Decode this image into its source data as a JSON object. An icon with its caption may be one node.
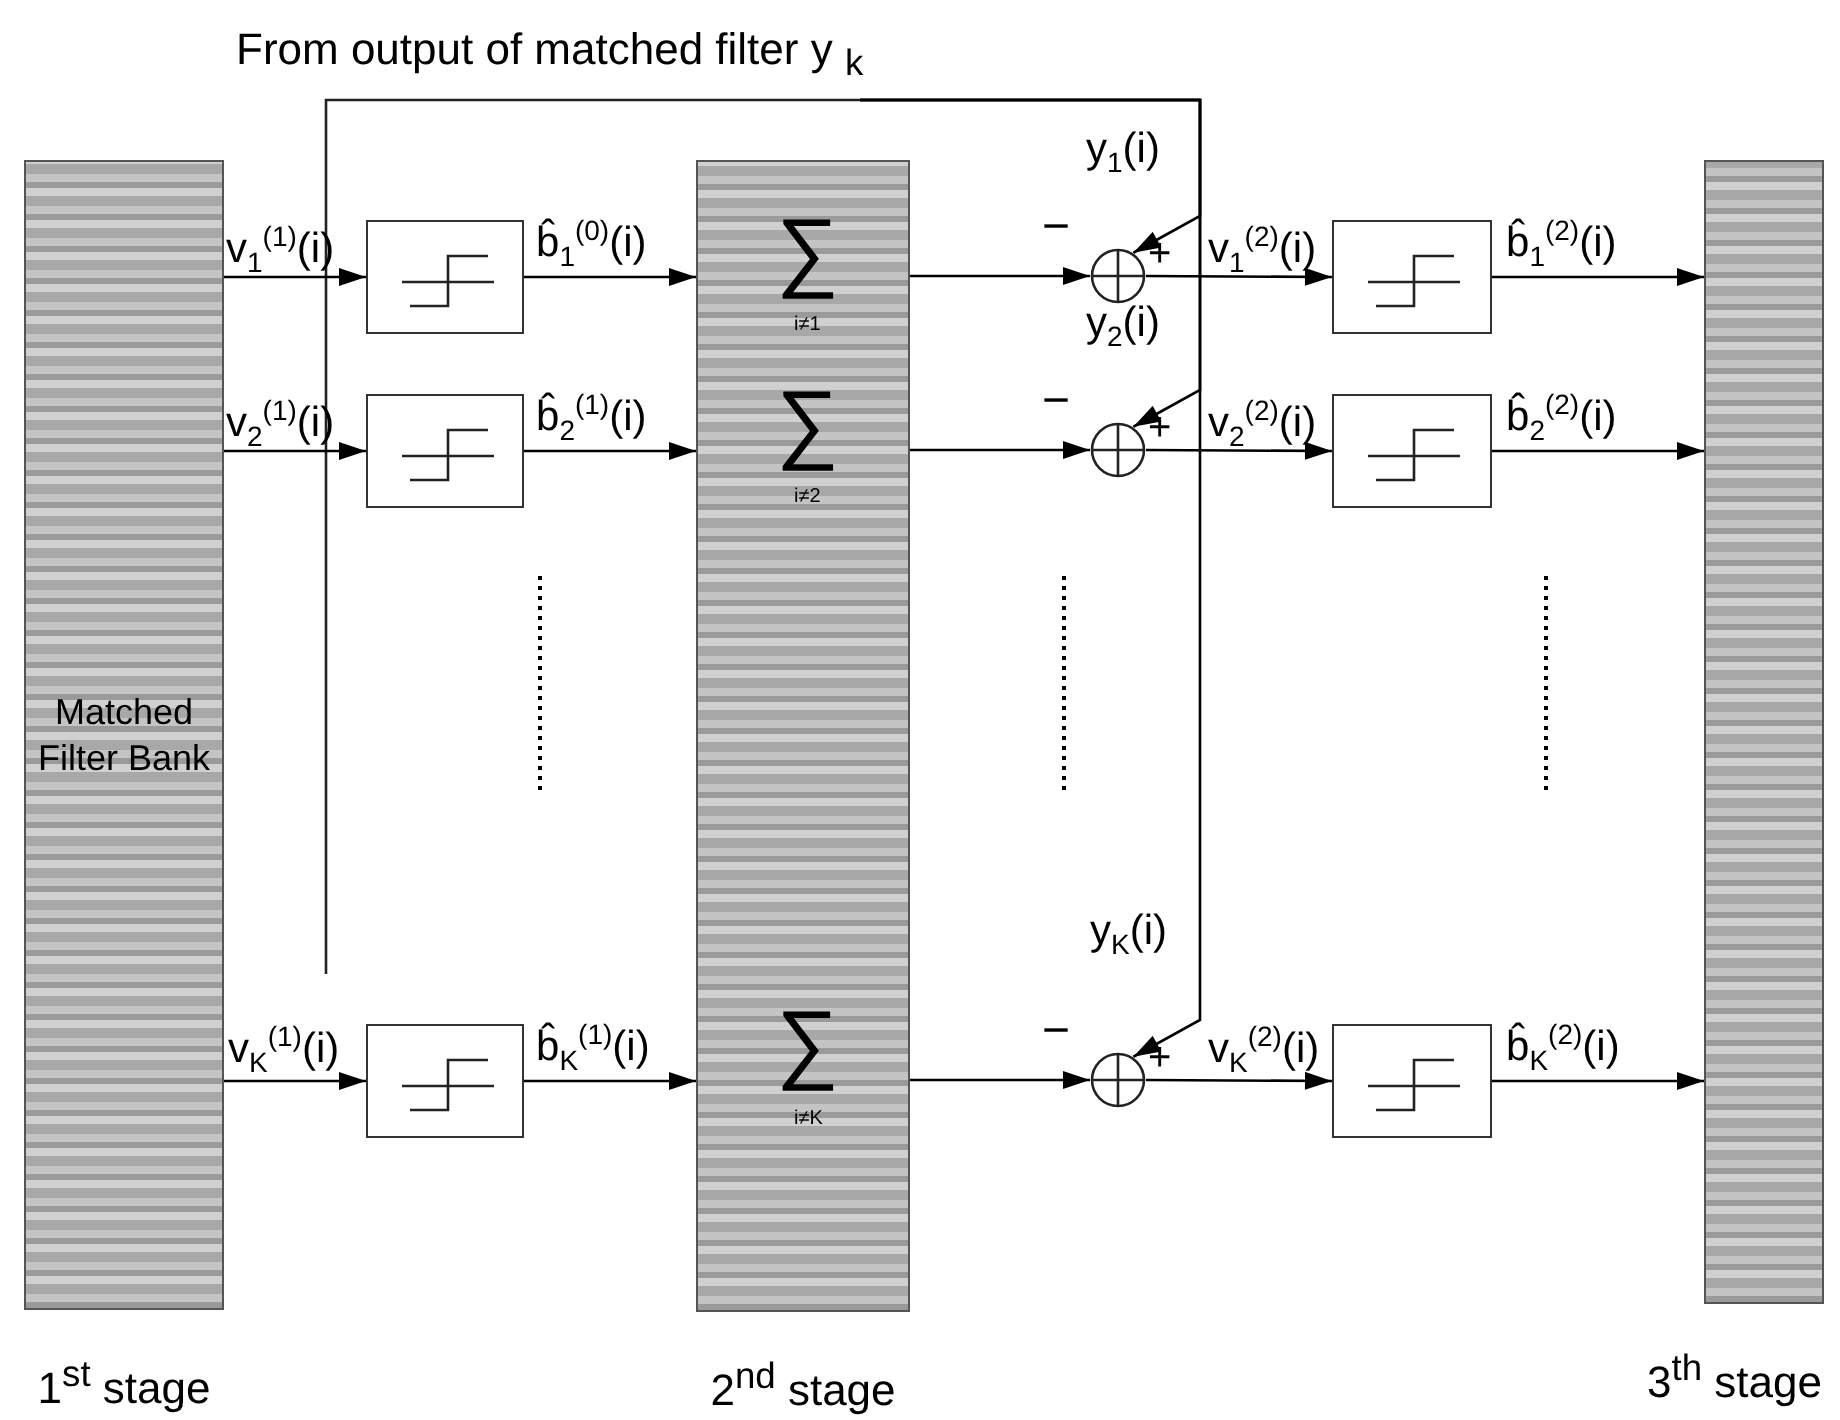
{
  "diagram": {
    "nodes": [
      {
        "text": [
          "From output of matched filter y $_{k}$"
        ]
      },
      {
        "text": [
          "Matched Filter Bank"
        ],
        "beside": [
          "1$^{st}$ stage"
        ]
      },
      {
        "text": [],
        "shape": "bar",
        "beside": [
          "2$^{nd}$ stage"
        ]
      },
      {
        "text": [],
        "shape": "bar",
        "beside": [
          "3$^{th}$ stage"
        ]
      },
      {
        "text": [],
        "shape": "box"
      },
      {
        "text": [],
        "shape": "box"
      },
      {
        "text": [],
        "shape": "box"
      },
      {
        "text": [],
        "shape": "circle",
        "beside": [
          "−",
          "+"
        ]
      },
      {
        "text": [],
        "shape": "circle",
        "beside": [
          "−",
          "+"
        ]
      },
      {
        "text": [],
        "shape": "circle",
        "beside": [
          "−",
          "+"
        ]
      },
      {
        "text": [],
        "shape": "box"
      },
      {
        "text": [],
        "shape": "box"
      },
      {
        "text": [],
        "shape": "box"
      }
    ],
    "edges": [
      {
        "from": 1,
        "to": 4,
        "arrow": "to",
        "label": "v$_{1}$$^{(1)}$(i)"
      },
      {
        "from": 1,
        "to": 5,
        "arrow": "to",
        "label": "v$_{2}$$^{(1)}$(i)"
      },
      {
        "from": 1,
        "to": 6,
        "arrow": "to",
        "label": "v$_{K}$$^{(1)}$(i)"
      },
      {
        "from": 4,
        "to": 2,
        "arrow": "to",
        "label": "b̂$_{1}$$^{(0)}$(i)"
      },
      {
        "from": 5,
        "to": 2,
        "arrow": "to",
        "label": "b̂$_{2}$$^{(1)}$(i)"
      },
      {
        "from": 6,
        "to": 2,
        "arrow": "to",
        "label": "b̂$_{K}$$^{(1)}$(i)"
      },
      {
        "from": 2,
        "to": 7,
        "arrow": "to"
      },
      {
        "from": 2,
        "to": 8,
        "arrow": "to"
      },
      {
        "from": 2,
        "to": 9,
        "arrow": "to"
      },
      {
        "from": 0,
        "to": 7,
        "arrow": "to",
        "label": "y$_{1}$(i)"
      },
      {
        "from": 0,
        "to": 8,
        "arrow": "to",
        "label": "y$_{2}$(i)"
      },
      {
        "from": 0,
        "to": 9,
        "arrow": "to",
        "label": "y$_{K}$(i)"
      },
      {
        "from": 7,
        "to": 10,
        "arrow": "to",
        "label": "v$_{1}$$^{(2)}$(i)"
      },
      {
        "from": 8,
        "to": 11,
        "arrow": "to",
        "label": "v$_{2}$$^{(2)}$(i)"
      },
      {
        "from": 9,
        "to": 12,
        "arrow": "to",
        "label": "v$_{K}$$^{(2)}$(i)"
      },
      {
        "from": 10,
        "to": 3,
        "arrow": "to",
        "label": "b̂$_{1}$$^{(2)}$(i)"
      },
      {
        "from": 11,
        "to": 3,
        "arrow": "to",
        "label": "b̂$_{2}$$^{(2)}$(i)"
      },
      {
        "from": 12,
        "to": 3,
        "arrow": "to",
        "label": "b̂$_{K}$$^{(2)}$(i)"
      }
    ],
    "labels": [
      "∑",
      "i≠1",
      "∑",
      "i≠2",
      "∑",
      "i≠K"
    ]
  }
}
